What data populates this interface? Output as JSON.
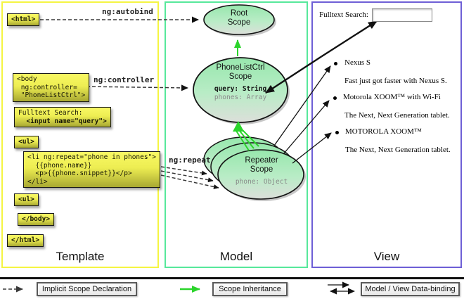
{
  "template_column": {
    "label": "Template",
    "boxes": {
      "html_open": "<html>",
      "body_open": "<body\n ng:controller=\n \"PhoneListCtrl\">",
      "fulltext_line1": "Fulltext Search:",
      "fulltext_line2": "  <input name=\"query\">",
      "ul_1": "<ul>",
      "li_repeat": "<li ng:repeat=\"phone in phones\">\n  {{phone.name}}\n  <p>{{phone.snippet}}</p>\n</li>",
      "ul_2": "<ul>",
      "body_close": "</body>",
      "html_close": "</html>"
    },
    "arrow_labels": {
      "autobind": "ng:autobind",
      "controller": "ng:controller",
      "repeat": "ng:repeat"
    }
  },
  "model_column": {
    "label": "Model",
    "root_scope": {
      "line1": "Root",
      "line2": "Scope"
    },
    "phonelist_scope": {
      "line1": "PhoneListCtrl",
      "line2": "Scope",
      "prop1": "query: String",
      "prop2": "phones: Array"
    },
    "repeater_scope": {
      "line1": "Repeater",
      "line2": "Scope",
      "prop1": "phone: Object"
    }
  },
  "view_column": {
    "label": "View",
    "search_label": "Fulltext Search:",
    "search_input_value": "",
    "items": [
      {
        "title": "Nexus S",
        "snippet": "Fast just got faster with Nexus S."
      },
      {
        "title": "Motorola XOOM™  with Wi-Fi",
        "snippet": "The Next, Next Generation tablet."
      },
      {
        "title": "MOTOROLA XOOM™",
        "snippet": "The Next, Next Generation tablet."
      }
    ]
  },
  "legend": {
    "implicit": "Implicit Scope Declaration",
    "inheritance": "Scope Inheritance",
    "binding": "Model / View Data-binding"
  },
  "colors": {
    "template_border": "#f5f542",
    "model_border": "#57e89b",
    "view_border": "#6e5fd6",
    "box_yellow_top": "#f9f964",
    "box_yellow_bottom": "#a8a832",
    "arrow_green": "#2bd42b",
    "dashed_gray": "#3a3a3a",
    "text_gray": "#8a8a8a"
  }
}
